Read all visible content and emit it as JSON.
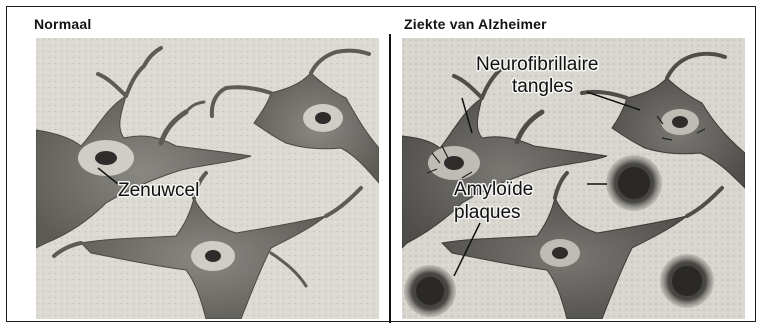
{
  "panels": {
    "normal": {
      "title": "Normaal",
      "labels": {
        "nerve_cell": "Zenuwcel"
      }
    },
    "alzheimer": {
      "title": "Ziekte van Alzheimer",
      "labels": {
        "tangles_line1": "Neurofibrillaire",
        "tangles_line2": "tangles",
        "plaques_line1": "Amyloïde",
        "plaques_line2": "plaques"
      }
    }
  },
  "colors": {
    "background_tissue": "#d9d7cf",
    "neuron_body": "#6f6d68",
    "nucleus_halo": "#c9c7bf",
    "nucleus": "#2e2d2b",
    "plaque": "#3a3936",
    "frame": "#1a1a1a"
  }
}
